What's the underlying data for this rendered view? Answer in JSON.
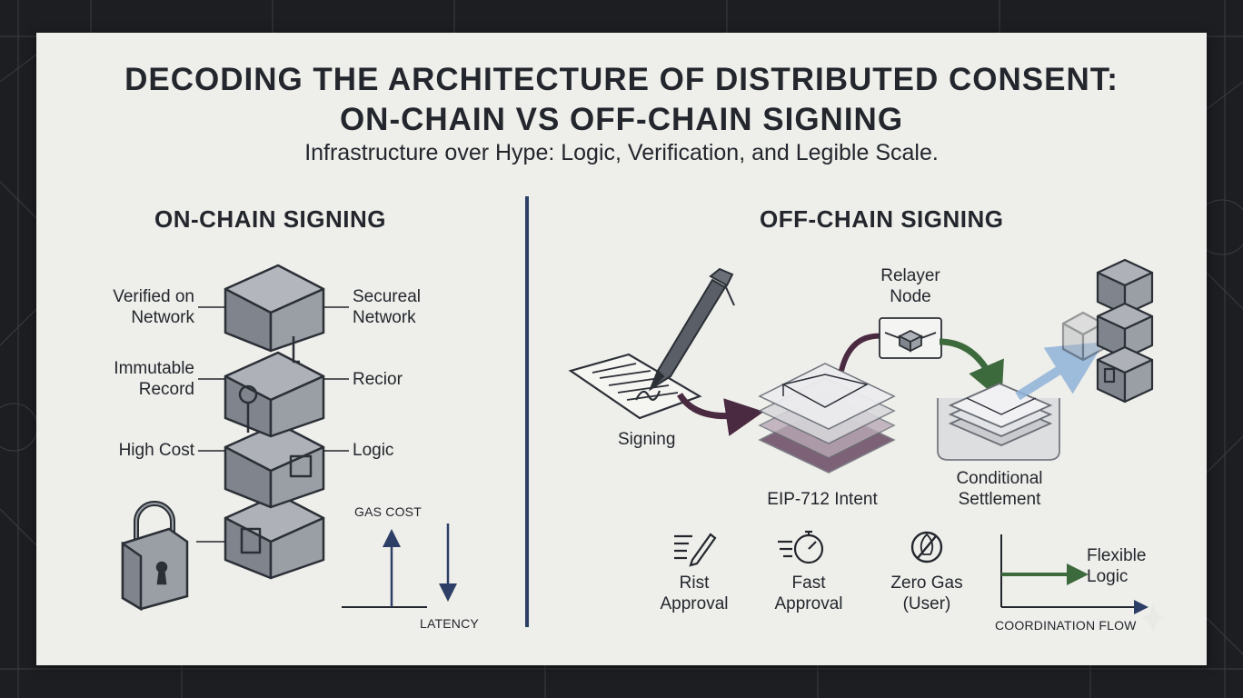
{
  "title_line1": "DECODING THE ARCHITECTURE OF DISTRIBUTED CONSENT:",
  "title_line2": "ON-CHAIN VS OFF-CHAIN SIGNING",
  "subtitle": "Infrastructure over Hype: Logic, Verification, and Legible Scale.",
  "on_chain": {
    "heading": "ON-CHAIN SIGNING",
    "labels_left": [
      "Verified on Network",
      "Immutable Record",
      "High Cost"
    ],
    "labels_right": [
      "Secureal Network",
      "Recior",
      "Logic"
    ],
    "gas_cost_label": "GAS COST",
    "latency_label": "LATENCY"
  },
  "off_chain": {
    "heading": "OFF-CHAIN SIGNING",
    "signing_label": "Signing",
    "intent_label": "EIP-712 Intent",
    "relayer_label": "Relayer Node",
    "settlement_label": "Conditional Settlement",
    "features": [
      {
        "icon": "list-pen-icon",
        "label": "Rist Approval"
      },
      {
        "icon": "stopwatch-icon",
        "label": "Fast Approval"
      },
      {
        "icon": "no-gas-icon",
        "label": "Zero Gas (User)"
      }
    ],
    "flow_label": "Flexible Logic",
    "flow_axis_label": "COORDINATION FLOW"
  },
  "colors": {
    "background": "#1c1e21",
    "card": "#eeeeea",
    "ink": "#23272d",
    "divider": "#2d3f66",
    "block_fill": "#8f939b",
    "purple_arrow": "#4a2a40",
    "green_arrow": "#3d6a3d",
    "blue_arrow": "#8fb3d8",
    "flow_green": "#3d6a3d"
  }
}
